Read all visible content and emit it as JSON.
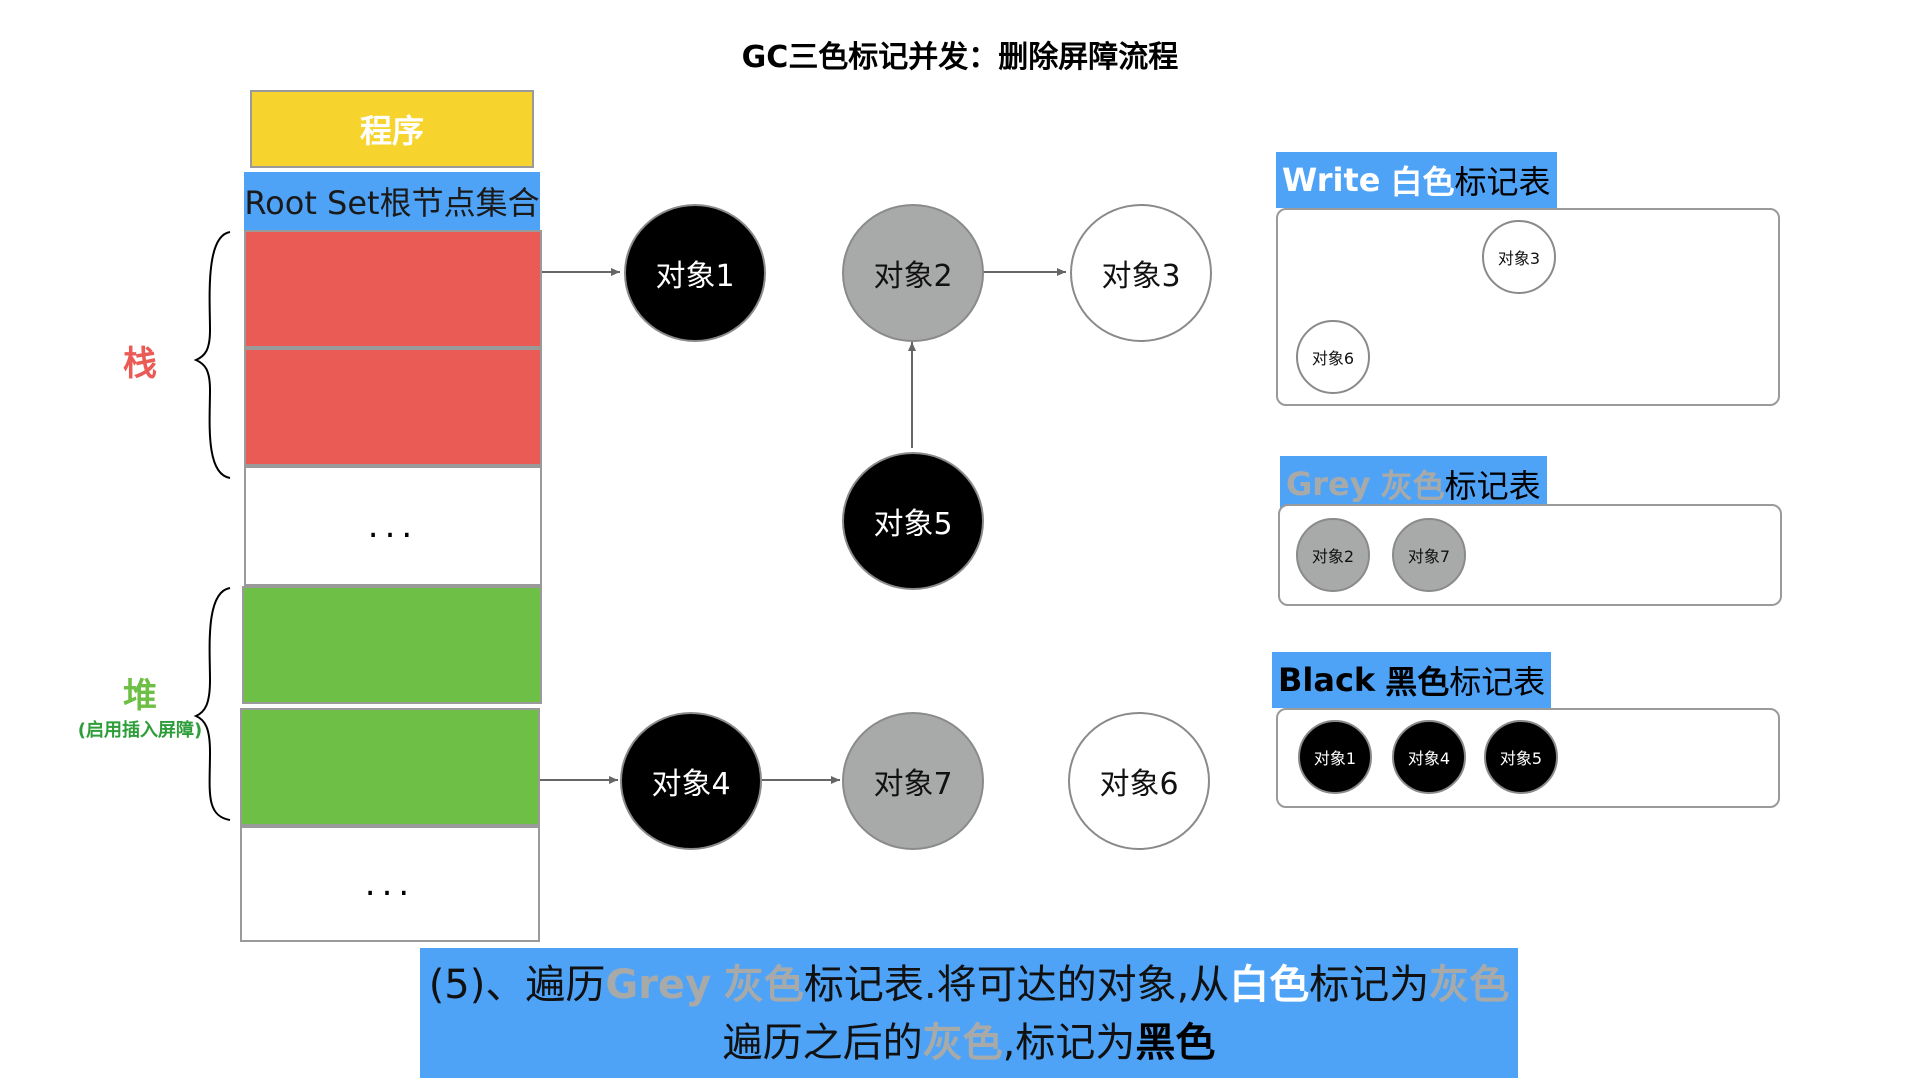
{
  "title": "GC三色标记并发：删除屏障流程",
  "program_label": "程序",
  "root_set_label": "Root Set根节点集合",
  "stack_label": "栈",
  "heap_label": "堆",
  "heap_sublabel": "(启用插入屏障)",
  "ellipsis": "...",
  "colors": {
    "stack": "#ea5b56",
    "heap": "#6dbf45",
    "program": "#f6d32d",
    "accent_blue": "#4fa3f7",
    "grey": "#a8aaa9"
  },
  "nodes": {
    "obj1": "对象1",
    "obj2": "对象2",
    "obj3": "对象3",
    "obj4": "对象4",
    "obj5": "对象5",
    "obj6": "对象6",
    "obj7": "对象7"
  },
  "tables": {
    "white": {
      "title_en": "Write",
      "title_color": "白色",
      "title_suffix": "标记表",
      "items": [
        "对象3",
        "对象6"
      ]
    },
    "grey": {
      "title_en": "Grey",
      "title_color": "灰色",
      "title_suffix": "标记表",
      "items": [
        "对象2",
        "对象7"
      ]
    },
    "black": {
      "title_en": "Black",
      "title_color": "黑色",
      "title_suffix": "标记表",
      "items": [
        "对象1",
        "对象4",
        "对象5"
      ]
    }
  },
  "caption": {
    "line1": {
      "p1": "(5)、遍历",
      "grey_en": "Grey",
      "grey_cn": "灰色",
      "p2": "标记表.将可达的对象,从",
      "white": "白色",
      "p3": "标记为",
      "grey2": "灰色"
    },
    "line2": {
      "p1": "遍历之后的",
      "grey": "灰色",
      "p2": ",标记为",
      "black": "黑色"
    }
  }
}
